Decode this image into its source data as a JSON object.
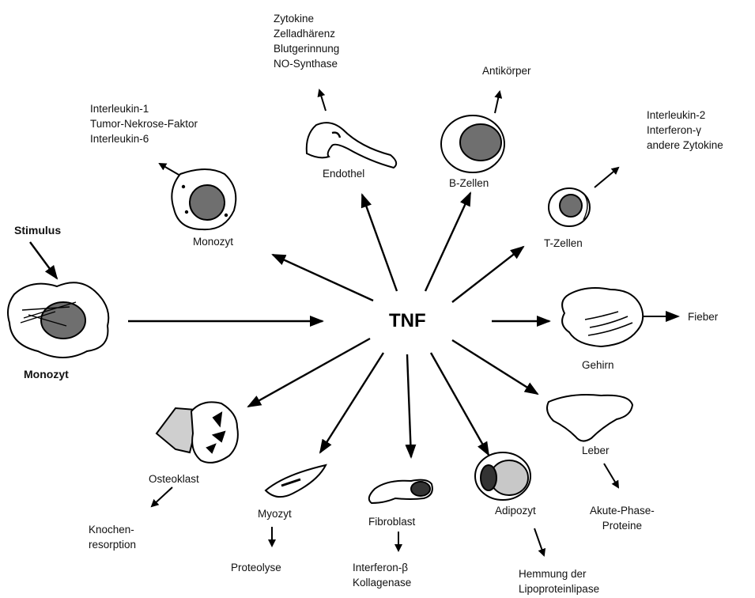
{
  "center": "TNF",
  "stimulus": "Stimulus",
  "source_cell": "Monozyt",
  "targets": {
    "monozyt": {
      "cell": "Monozyt",
      "effects": [
        "Interleukin-1",
        "Tumor-Nekrose-Faktor",
        "Interleukin-6"
      ]
    },
    "endothel": {
      "cell": "Endothel",
      "effects": [
        "Zytokine",
        "Zelladhärenz",
        "Blutgerinnung",
        "NO-Synthase"
      ]
    },
    "b_zellen": {
      "cell": "B-Zellen",
      "effects": [
        "Antikörper"
      ]
    },
    "t_zellen": {
      "cell": "T-Zellen",
      "effects": [
        "Interleukin-2",
        "Interferon-γ",
        "andere Zytokine"
      ]
    },
    "gehirn": {
      "cell": "Gehirn",
      "effects": [
        "Fieber"
      ]
    },
    "leber": {
      "cell": "Leber",
      "effects": [
        "Akute-Phase-",
        "Proteine"
      ]
    },
    "adipozyt": {
      "cell": "Adipozyt",
      "effects": [
        "Hemmung der",
        "Lipoproteinlipase"
      ]
    },
    "fibroblast": {
      "cell": "Fibroblast",
      "effects": [
        "Interferon-β",
        "Kollagenase"
      ]
    },
    "myozyt": {
      "cell": "Myozyt",
      "effects": [
        "Proteolyse"
      ]
    },
    "osteoklast": {
      "cell": "Osteoklast",
      "effects": [
        "Knochen-",
        "resorption"
      ]
    }
  }
}
